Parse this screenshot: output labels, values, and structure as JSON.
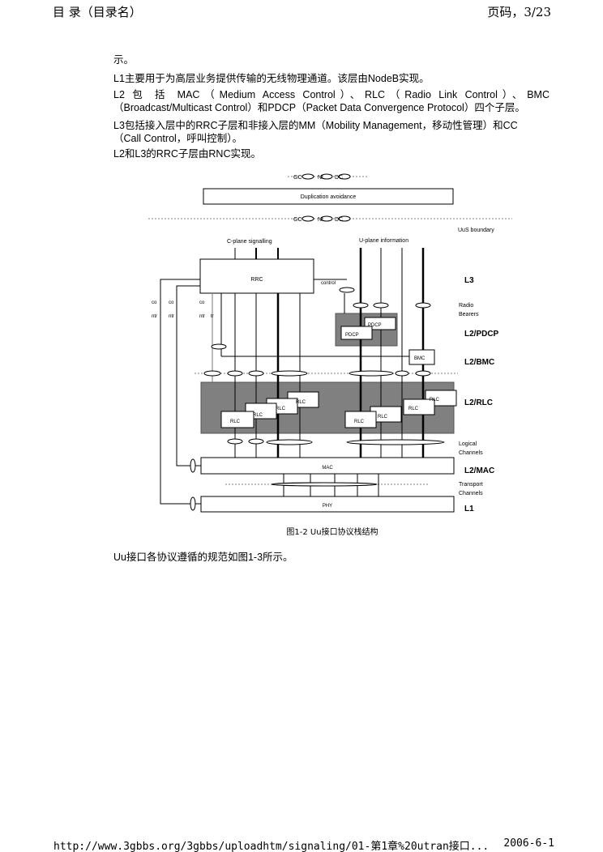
{
  "header": {
    "left": "目 录（目录名）",
    "right": "页码，3/23"
  },
  "body": {
    "p0": "示。",
    "p1": "L1主要用于为高层业务提供传输的无线物理通道。该层由NodeB实现。",
    "p2a": "L2 包 括 MAC（Medium Access Control）、RLC（Radio Link Control）、BMC",
    "p2b": "（Broadcast/Multicast Control）和PDCP（Packet Data Convergence Protocol）四个子层。",
    "p3a": "L3包括接入层中的RRC子层和非接入层的MM（Mobility Management，移动性管理）和CC",
    "p3b": "（Call Control，呼叫控制）。",
    "p4": "L2和L3的RRC子层由RNC实现。",
    "p5": "Uu接口各协议遵循的规范如图1-3所示。"
  },
  "diagram": {
    "gc": "GC",
    "nt": "Nt",
    "dc": "DC",
    "duplication": "Duplication avoidance",
    "uu_boundary": "UuS boundary",
    "cplane": "C-plane signalling",
    "uplane": "U-plane information",
    "rrc": "RRC",
    "control": "control",
    "co": "co",
    "ntr": "ntr",
    "tr": "tr",
    "pdcp": "PDCP",
    "bmc": "BMC",
    "rlc": "RLC",
    "mac": "MAC",
    "phy": "PHY",
    "l3": "L3",
    "radio": "Radio",
    "bearers": "Bearers",
    "l2pdcp": "L2/PDCP",
    "l2bmc": "L2/BMC",
    "l2rlc": "L2/RLC",
    "logical": "Logical",
    "channels": "Channels",
    "l2mac": "L2/MAC",
    "transport": "Transport",
    "l1": "L1"
  },
  "caption": "图1-2 Uu接口协议栈结构",
  "footer": {
    "url": "http://www.3gbbs.org/3gbbs/uploadhtm/signaling/01-第1章%20utran接口...",
    "date": "2006-6-1"
  }
}
